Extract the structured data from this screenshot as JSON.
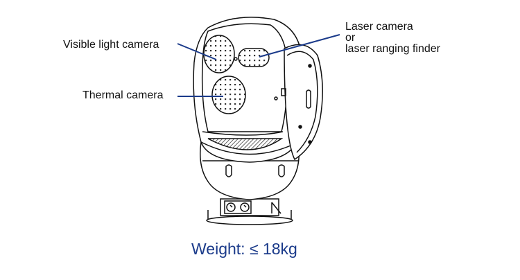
{
  "diagram": {
    "subject": "PTZ camera unit (line drawing)",
    "callouts": [
      {
        "id": "visible",
        "label": "Visible light camera"
      },
      {
        "id": "thermal",
        "label": "Thermal camera"
      },
      {
        "id": "laser",
        "lines": [
          "Laser camera",
          "or",
          "laser ranging finder"
        ]
      }
    ],
    "weight_label": "Weight: ≤ 18kg",
    "colors": {
      "leader_line": "#1a3a8a",
      "weight_text": "#1a3a8a",
      "label_text": "#111111",
      "drawing_stroke": "#111111"
    }
  }
}
